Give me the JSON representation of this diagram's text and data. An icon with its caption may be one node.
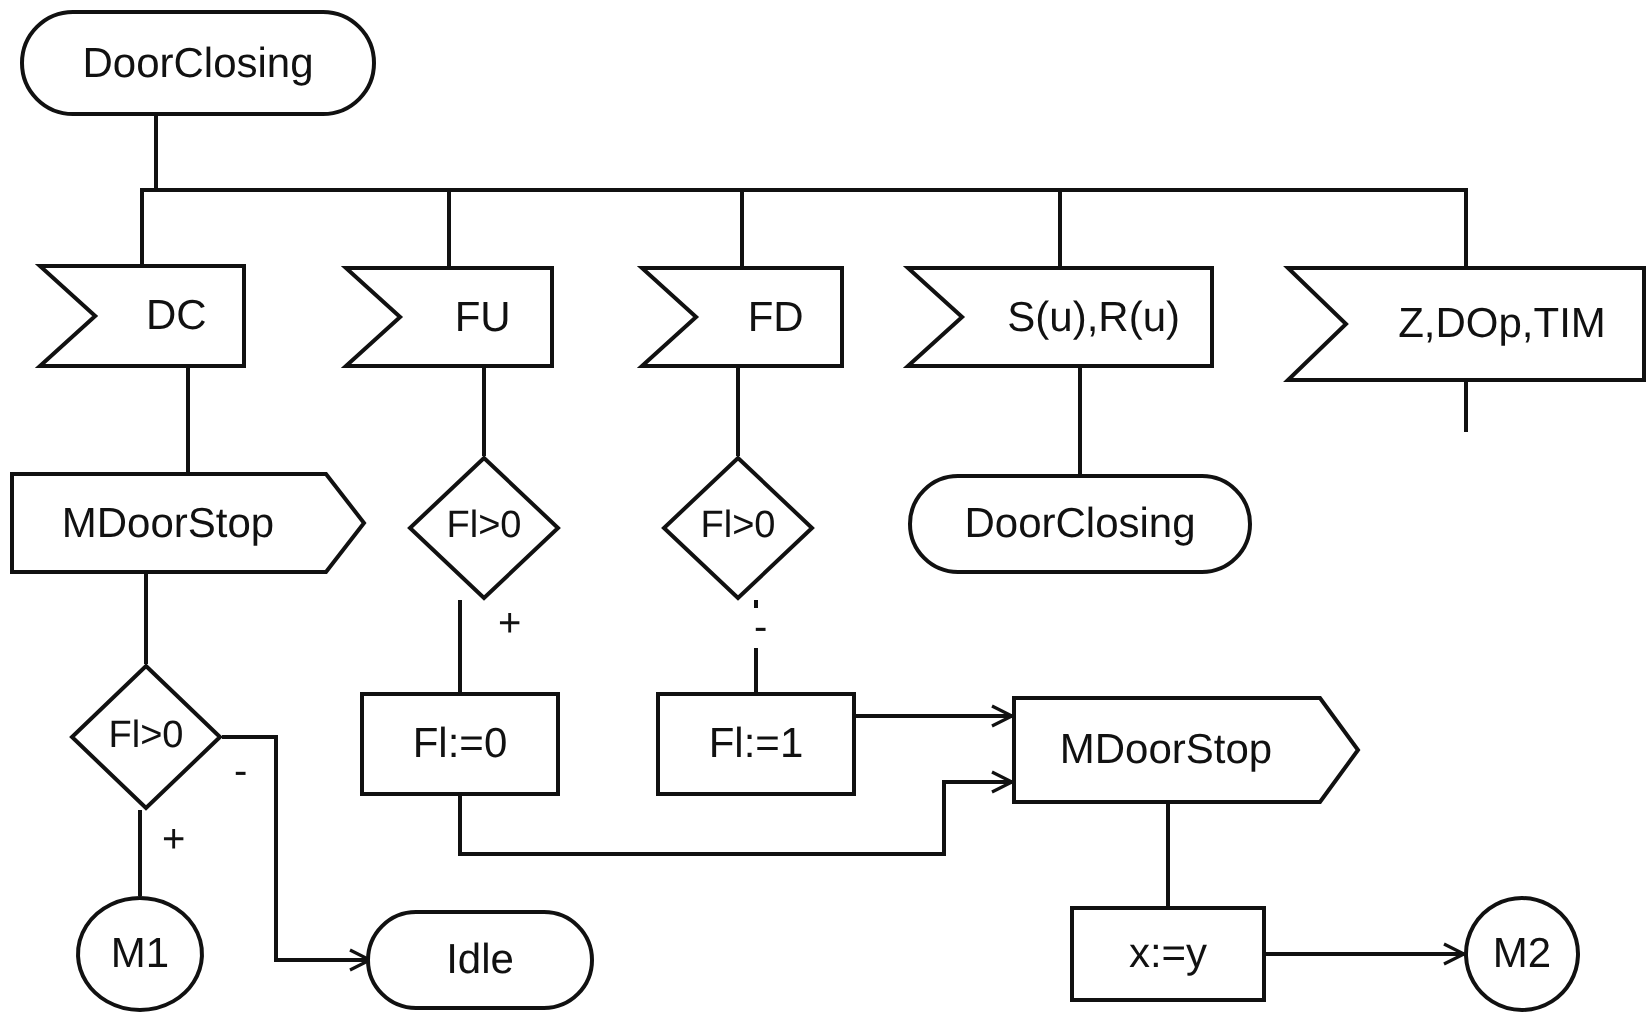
{
  "diagram": {
    "nodes": [
      {
        "text": [
          "DoorClosing"
        ]
      },
      {
        "text": [
          "DC"
        ]
      },
      {
        "text": [
          "FU"
        ]
      },
      {
        "text": [
          "FD"
        ]
      },
      {
        "text": [
          "S(u),R(u)"
        ]
      },
      {
        "text": [
          "Z,DOp,TIM"
        ]
      },
      {
        "text": [
          "MDoorStop"
        ]
      },
      {
        "text": [
          "Fl>0"
        ]
      },
      {
        "text": [
          "Fl>0"
        ]
      },
      {
        "text": [
          "DoorClosing"
        ]
      },
      {
        "text": [
          "Fl>0"
        ]
      },
      {
        "text": [
          "Fl:=0"
        ]
      },
      {
        "text": [
          "Fl:=1"
        ]
      },
      {
        "text": [
          "MDoorStop"
        ]
      },
      {
        "text": [
          "M1"
        ]
      },
      {
        "text": [
          "Idle"
        ]
      },
      {
        "text": [
          "x:=y"
        ]
      },
      {
        "text": [
          "M2"
        ]
      }
    ],
    "edges": [
      {
        "from": 0,
        "to": 1,
        "arrow": "none"
      },
      {
        "from": 0,
        "to": 2,
        "arrow": "none"
      },
      {
        "from": 0,
        "to": 3,
        "arrow": "none"
      },
      {
        "from": 0,
        "to": 4,
        "arrow": "none"
      },
      {
        "from": 0,
        "to": 5,
        "arrow": "none"
      },
      {
        "from": 1,
        "to": 6,
        "arrow": "none"
      },
      {
        "from": 6,
        "to": 10,
        "arrow": "none"
      },
      {
        "from": 10,
        "to": 14,
        "arrow": "none",
        "label": "+"
      },
      {
        "from": 10,
        "to": 15,
        "arrow": "to",
        "label": "-"
      },
      {
        "from": 2,
        "to": 7,
        "arrow": "none"
      },
      {
        "from": 7,
        "to": 11,
        "arrow": "none",
        "label": "+"
      },
      {
        "from": 3,
        "to": 8,
        "arrow": "none"
      },
      {
        "from": 8,
        "to": 12,
        "arrow": "none",
        "label": "-"
      },
      {
        "from": 11,
        "to": 13,
        "arrow": "to"
      },
      {
        "from": 12,
        "to": 13,
        "arrow": "to"
      },
      {
        "from": 4,
        "to": 9,
        "arrow": "none"
      },
      {
        "from": 13,
        "to": 16,
        "arrow": "none"
      },
      {
        "from": 16,
        "to": 17,
        "arrow": "to"
      },
      {
        "from": 5,
        "to": null,
        "arrow": "none"
      }
    ]
  }
}
